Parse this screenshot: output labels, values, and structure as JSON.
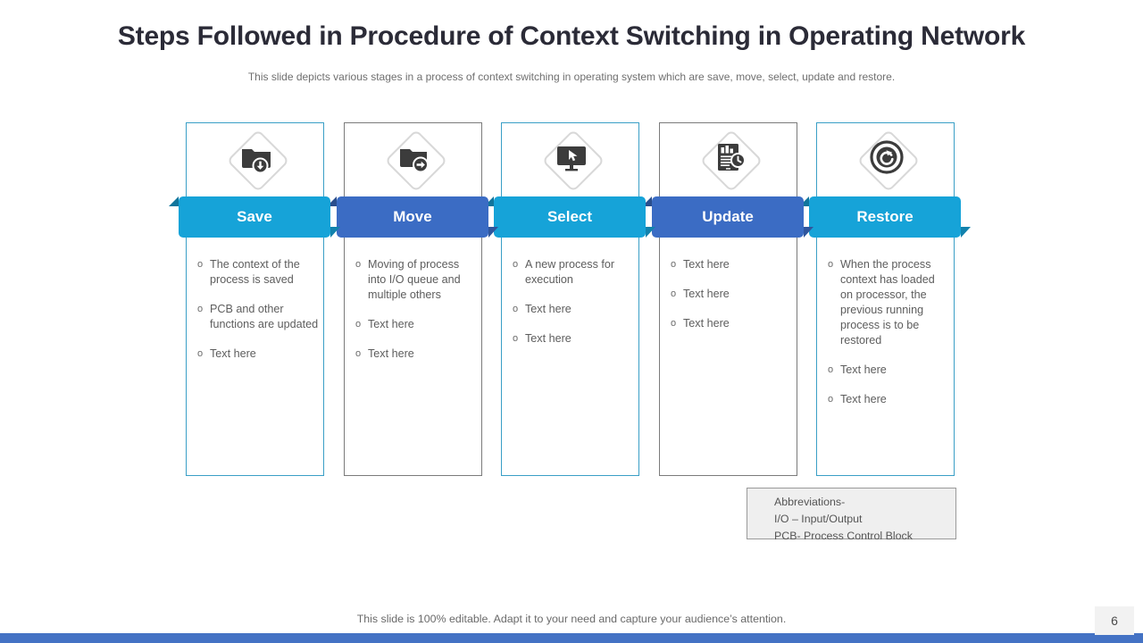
{
  "header": {
    "title": "Steps Followed in Procedure of Context Switching in Operating Network",
    "subtitle": "This slide depicts various stages in a process of context switching in operating system which are save, move, select, update and restore."
  },
  "colors": {
    "cyan": "#16a3d8",
    "blue": "#3b6cc4",
    "card_border_cyan": "#3a9fc6",
    "card_border_gray": "#7b7b7b",
    "footer_bar": "#4472c4",
    "title_text": "#2b2b37",
    "body_text": "#5d5d5d"
  },
  "steps": [
    {
      "label": "Save",
      "icon": "folder-download-icon",
      "accent": "#16a3d8",
      "border": "#3a9fc6",
      "bullets": [
        "The context of the process is saved",
        "PCB and other functions are updated",
        "Text here"
      ]
    },
    {
      "label": "Move",
      "icon": "folder-arrow-right-icon",
      "accent": "#3b6cc4",
      "border": "#7b7b7b",
      "bullets": [
        "Moving of process into I/O queue and multiple others",
        "Text here",
        "Text here"
      ]
    },
    {
      "label": "Select",
      "icon": "monitor-cursor-icon",
      "accent": "#16a3d8",
      "border": "#3a9fc6",
      "bullets": [
        "A new process for execution",
        "Text here",
        "Text here"
      ]
    },
    {
      "label": "Update",
      "icon": "report-clock-icon",
      "accent": "#3b6cc4",
      "border": "#7b7b7b",
      "bullets": [
        "Text here",
        "Text here",
        "Text here"
      ]
    },
    {
      "label": "Restore",
      "icon": "restore-circle-icon",
      "accent": "#16a3d8",
      "border": "#3a9fc6",
      "bullets": [
        "When the process context has loaded on processor, the previous running process is to be restored",
        "Text here",
        "Text here"
      ]
    }
  ],
  "bullet_marker": "o",
  "abbreviations": {
    "heading": "Abbreviations-",
    "line1": "I/O – Input/Output",
    "line2": "PCB- Process Control Block"
  },
  "footer": {
    "note": "This slide is 100% editable. Adapt it to your need and capture your audience’s attention.",
    "page_number": "6"
  }
}
